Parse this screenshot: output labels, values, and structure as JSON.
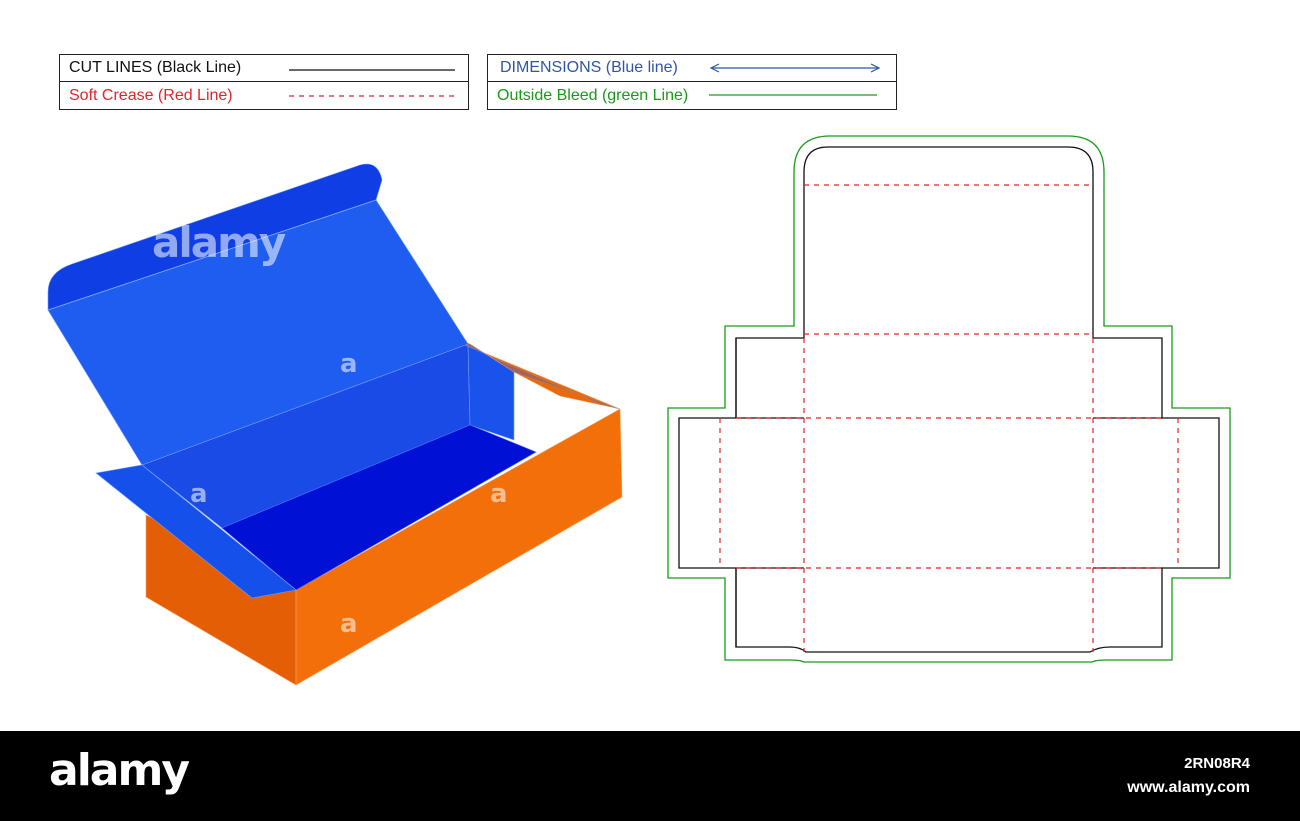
{
  "legend": {
    "cut_lines": "CUT LINES (Black Line)",
    "soft_crease": "Soft Crease (Red Line)",
    "dimensions": "DIMENSIONS (Blue line)",
    "outside_bleed": "Outside Bleed (green Line)"
  },
  "colors": {
    "cut": "#111111",
    "crease": "#e0252b",
    "dimension": "#2f56a5",
    "bleed": "#1a9a1a",
    "box_blue_light": "#1f5cf0",
    "box_blue_dark": "#0a1fd6",
    "box_blue_floor": "#0010d4",
    "box_orange": "#f36f0a",
    "box_orange_dark": "#e45e05"
  },
  "watermark": {
    "brand": "alamy",
    "letter": "a"
  },
  "footer": {
    "logo": "alamy",
    "image_id": "2RN08R4",
    "url": "www.alamy.com"
  }
}
